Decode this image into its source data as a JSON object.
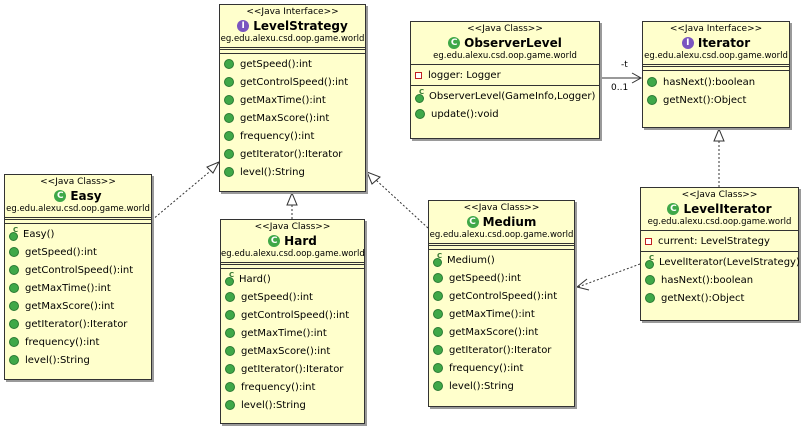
{
  "classes": {
    "level_strategy": {
      "stereotype": "<<Java Interface>>",
      "name": "LevelStrategy",
      "package": "eg.edu.alexu.csd.oop.game.world",
      "methods": [
        "getSpeed():int",
        "getControlSpeed():int",
        "getMaxTime():int",
        "getMaxScore():int",
        "frequency():int",
        "getIterator():Iterator",
        "level():String"
      ]
    },
    "observer_level": {
      "stereotype": "<<Java Class>>",
      "name": "ObserverLevel",
      "package": "eg.edu.alexu.csd.oop.game.world",
      "fields": [
        "logger: Logger"
      ],
      "methods": [
        "ObserverLevel(GameInfo,Logger)",
        "update():void"
      ]
    },
    "iterator": {
      "stereotype": "<<Java Interface>>",
      "name": "Iterator",
      "package": "eg.edu.alexu.csd.oop.game.world",
      "methods": [
        "hasNext():boolean",
        "getNext():Object"
      ]
    },
    "easy": {
      "stereotype": "<<Java Class>>",
      "name": "Easy",
      "package": "eg.edu.alexu.csd.oop.game.world",
      "methods": [
        "Easy()",
        "getSpeed():int",
        "getControlSpeed():int",
        "getMaxTime():int",
        "getMaxScore():int",
        "getIterator():Iterator",
        "frequency():int",
        "level():String"
      ]
    },
    "hard": {
      "stereotype": "<<Java Class>>",
      "name": "Hard",
      "package": "eg.edu.alexu.csd.oop.game.world",
      "methods": [
        "Hard()",
        "getSpeed():int",
        "getControlSpeed():int",
        "getMaxTime():int",
        "getMaxScore():int",
        "getIterator():Iterator",
        "frequency():int",
        "level():String"
      ]
    },
    "medium": {
      "stereotype": "<<Java Class>>",
      "name": "Medium",
      "package": "eg.edu.alexu.csd.oop.game.world",
      "methods": [
        "Medium()",
        "getSpeed():int",
        "getControlSpeed():int",
        "getMaxTime():int",
        "getMaxScore():int",
        "getIterator():Iterator",
        "frequency():int",
        "level():String"
      ]
    },
    "level_iterator": {
      "stereotype": "<<Java Class>>",
      "name": "LevelIterator",
      "package": "eg.edu.alexu.csd.oop.game.world",
      "fields": [
        "current: LevelStrategy"
      ],
      "methods": [
        "LevelIterator(LevelStrategy)",
        "hasNext():boolean",
        "getNext():Object"
      ]
    }
  },
  "associations": {
    "role": "-t",
    "multiplicity": "0..1"
  },
  "icons": {
    "class_letter": "C",
    "interface_letter": "I",
    "ctor_marker": "C"
  }
}
